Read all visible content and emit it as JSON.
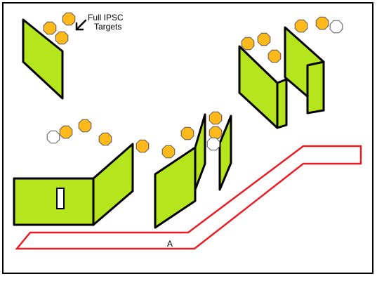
{
  "callout": {
    "line1": "Full IPSC",
    "line2": "Targets"
  },
  "shooting_box": {
    "label": "A"
  },
  "colors": {
    "wall_fill": "#b5e61d",
    "target_gold": "#ffb91a",
    "no_shoot": "#ffffff",
    "shooting_box_outline": "#ed1c24",
    "outline": "#000000"
  }
}
